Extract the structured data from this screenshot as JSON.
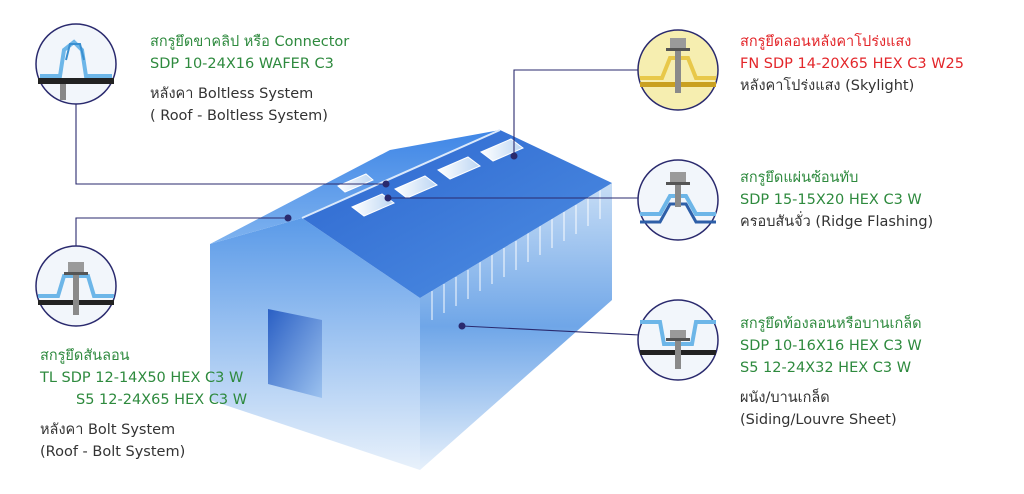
{
  "callouts": {
    "connector": {
      "title": "สกรูยึดขาคลิป หรือ Connector",
      "codes": [
        "SDP 10-24X16 WAFER C3"
      ],
      "desc": [
        "หลังคา Boltless System",
        "( Roof - Boltless System)"
      ]
    },
    "skylight": {
      "title": "สกรูยึดลอนหลังคาโปร่งแสง",
      "codes": [
        "FN SDP 14-20X65 HEX C3 W25"
      ],
      "desc": [
        "หลังคาโปร่งแสง (Skylight)"
      ]
    },
    "ridge": {
      "title": "สกรูยึดแผ่นซ้อนทับ",
      "codes": [
        "SDP 15-15X20 HEX C3 W"
      ],
      "desc": [
        "ครอบสันจั่ว (Ridge Flashing)"
      ]
    },
    "crest": {
      "title": "สกรูยึดสันลอน",
      "codes": [
        "TL SDP 12-14X50 HEX C3 W",
        "S5 12-24X65 HEX C3 W"
      ],
      "desc": [
        "หลังคา Bolt System",
        "(Roof - Bolt System)"
      ]
    },
    "siding": {
      "title": "สกรูยึดท้องลอนหรือบานเกล็ด",
      "codes": [
        "SDP 10-16X16 HEX C3 W",
        "S5 12-24X32 HEX C3 W"
      ],
      "desc": [
        "ผนัง/บานเกล็ด",
        "(Siding/Louvre Sheet)"
      ]
    }
  },
  "colors": {
    "accent_green": "#2e8a3e",
    "accent_red": "#e3262a",
    "connector_line": "#2a2a6e",
    "building_blue": "#2f6fd6"
  }
}
